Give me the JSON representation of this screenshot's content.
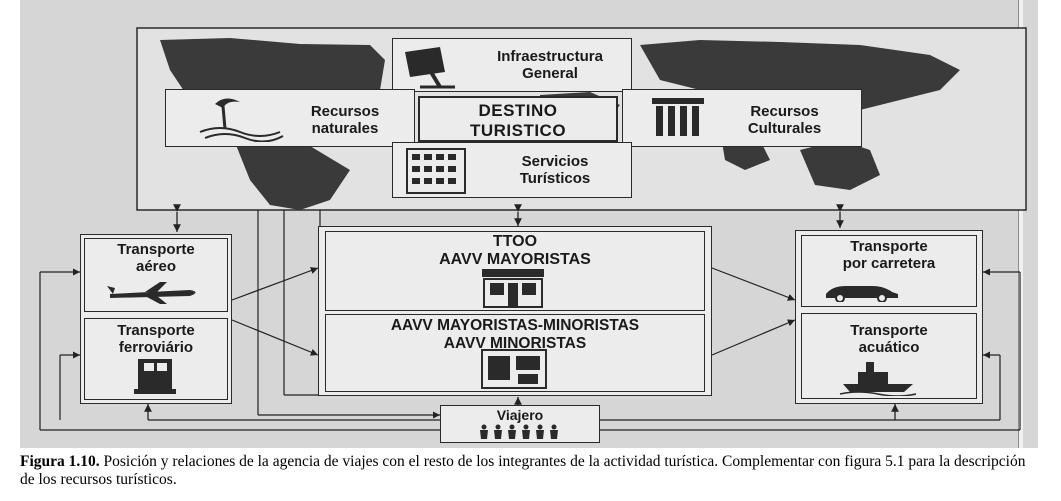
{
  "diagram": {
    "infraestructura": "Infraestructura\nGeneral",
    "recursos_naturales": "Recursos\nnaturales",
    "destino": "DESTINO\nTURISTICO",
    "recursos_culturales": "Recursos\nCulturales",
    "servicios": "Servicios\nTurísticos",
    "transporte_aereo": "Transporte\naéreo",
    "transporte_ferroviario": "Transporte\nferroviário",
    "ttoo": "TTOO\nAAVV MAYORISTAS",
    "aavv_minoristas": "AAVV MAYORISTAS-MINORISTAS\nAAVV MINORISTAS",
    "transporte_carretera": "Transporte\npor carretera",
    "transporte_acuatico": "Transporte\nacuático",
    "viajero": "Viajero"
  },
  "caption": {
    "label": "Figura 1.10.",
    "text": " Posición y relaciones de la agencia de viajes con el resto de los integrantes de la actividad turística. Complementar con figura 5.1 para la descripción de los recursos turísticos."
  },
  "icons": [
    "satellite-dish-icon",
    "palm-tree-icon",
    "temple-columns-icon",
    "building-icon",
    "airplane-icon",
    "locomotive-icon",
    "store-icon",
    "shop-icon",
    "car-icon",
    "ship-icon",
    "travelers-icon"
  ]
}
